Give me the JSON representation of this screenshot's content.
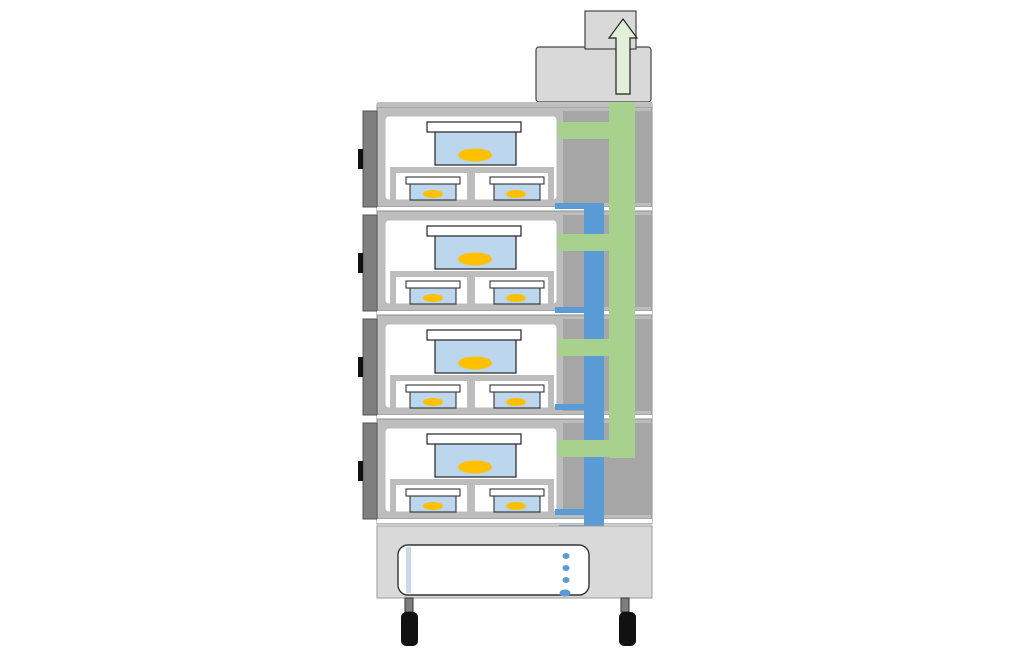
{
  "diagram": {
    "tier_count": 4,
    "large_trays_per_tier": 1,
    "small_trays_per_tier": 2,
    "colors": {
      "background": "#ffffff",
      "frame": "#d9d9d9",
      "panel": "#bdbdbd",
      "rear_panel": "#a6a6a6",
      "door": "#7f7f7f",
      "chamber": "#ffffff",
      "tray_water": "#bcd6ee",
      "sample": "#ffc000",
      "exhaust_duct": "#a9d18e",
      "exhaust_arrow": "#e2f0d9",
      "water_pipe": "#5b9bd5",
      "outline": "#404040",
      "wheel": "#111111"
    },
    "icons": [
      "exhaust-arrow-icon",
      "caster-wheel-icon"
    ]
  }
}
